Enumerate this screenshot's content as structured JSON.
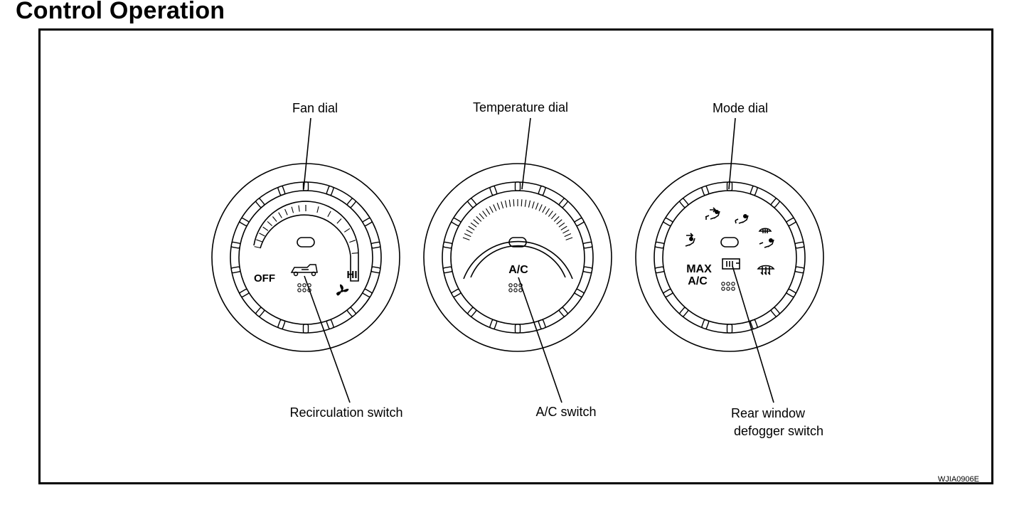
{
  "page": {
    "title": "Control Operation"
  },
  "figure": {
    "code": "WJIA0906E",
    "dials": [
      {
        "name": "fan",
        "callout": "Fan dial",
        "labels": {
          "off": "OFF",
          "hi": "HI"
        }
      },
      {
        "name": "temperature",
        "callout": "Temperature dial",
        "labels": {
          "center": "A/C"
        }
      },
      {
        "name": "mode",
        "callout": "Mode dial",
        "labels": {
          "max_line1": "MAX",
          "max_line2": "A/C"
        }
      }
    ],
    "switches": [
      {
        "name": "recirculation",
        "callout": "Recirculation switch"
      },
      {
        "name": "ac",
        "callout": "A/C switch"
      },
      {
        "name": "rear-defogger",
        "callout_line1": "Rear window",
        "callout_line2": "defogger switch"
      }
    ]
  },
  "icons": [
    "recirculation-icon",
    "fan-icon",
    "vent-face-icon",
    "bi-level-icon",
    "foot-icon",
    "foot-defrost-icon",
    "defrost-icon",
    "rear-defogger-icon"
  ],
  "colors": {
    "line": "#000000",
    "background": "#ffffff"
  }
}
